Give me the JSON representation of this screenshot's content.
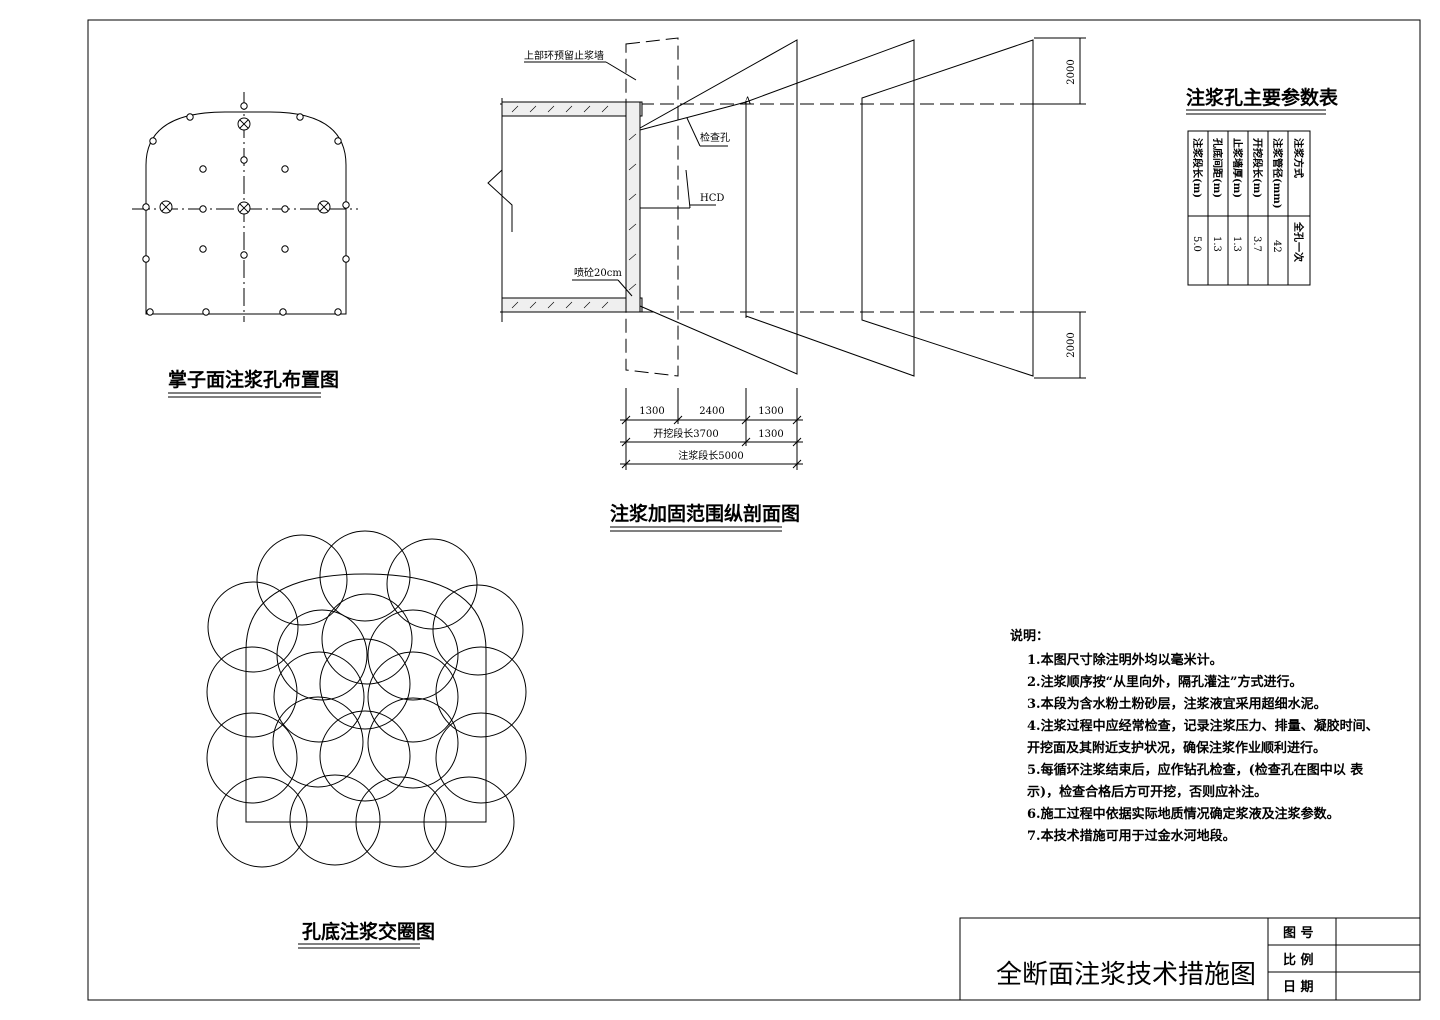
{
  "drawing": {
    "face_layout": {
      "title": "掌子面注浆孔布置图"
    },
    "section": {
      "title": "注浆加固范围纵剖面图",
      "label_stop_wall": "上部环预留止浆墙",
      "label_check_hole": "检查孔",
      "label_hcd": "HCD",
      "label_shotcrete": "喷砼20cm",
      "label_a": "A",
      "dim_top": "2000",
      "dim_bottom": "2000",
      "dim_row1": [
        "1300",
        "2400",
        "1300"
      ],
      "dim_excavation": "开挖段长3700",
      "dim_row2_right": "1300",
      "dim_grouting": "注浆段长5000"
    },
    "params_table": {
      "title": "注浆孔主要参数表",
      "headers": [
        "注浆段长(m)",
        "孔底间距(m)",
        "止浆墙厚(m)",
        "开挖段长(m)",
        "注浆管径(mm)",
        "注浆方式"
      ],
      "values": [
        "5.0",
        "1.3",
        "1.3",
        "3.7",
        "42",
        "全孔一次"
      ]
    },
    "circles": {
      "title": "孔底注浆交圈图"
    },
    "notes": {
      "heading": "说明：",
      "lines": [
        "1.本图尺寸除注明外均以毫米计。",
        "2.注浆顺序按“从里向外，隔孔灌注”方式进行。",
        "3.本段为含水粉土粉砂层，注浆液宜采用超细水泥。",
        "4.注浆过程中应经常检查，记录注浆压力、排量、凝胶时间、",
        "  开挖面及其附近支护状况，确保注浆作业顺利进行。",
        "5.每循环注浆结束后，应作钻孔检查，(检查孔在图中以  表",
        "  示)，检查合格后方可开挖，否则应补注。",
        "6.施工过程中依据实际地质情况确定浆液及注浆参数。",
        "7.本技术措施可用于过金水河地段。"
      ]
    },
    "title_block": {
      "title": "全断面注浆技术措施图",
      "row_labels": [
        "图  号",
        "比  例",
        "日  期"
      ],
      "row_values": [
        "",
        "",
        ""
      ]
    }
  }
}
